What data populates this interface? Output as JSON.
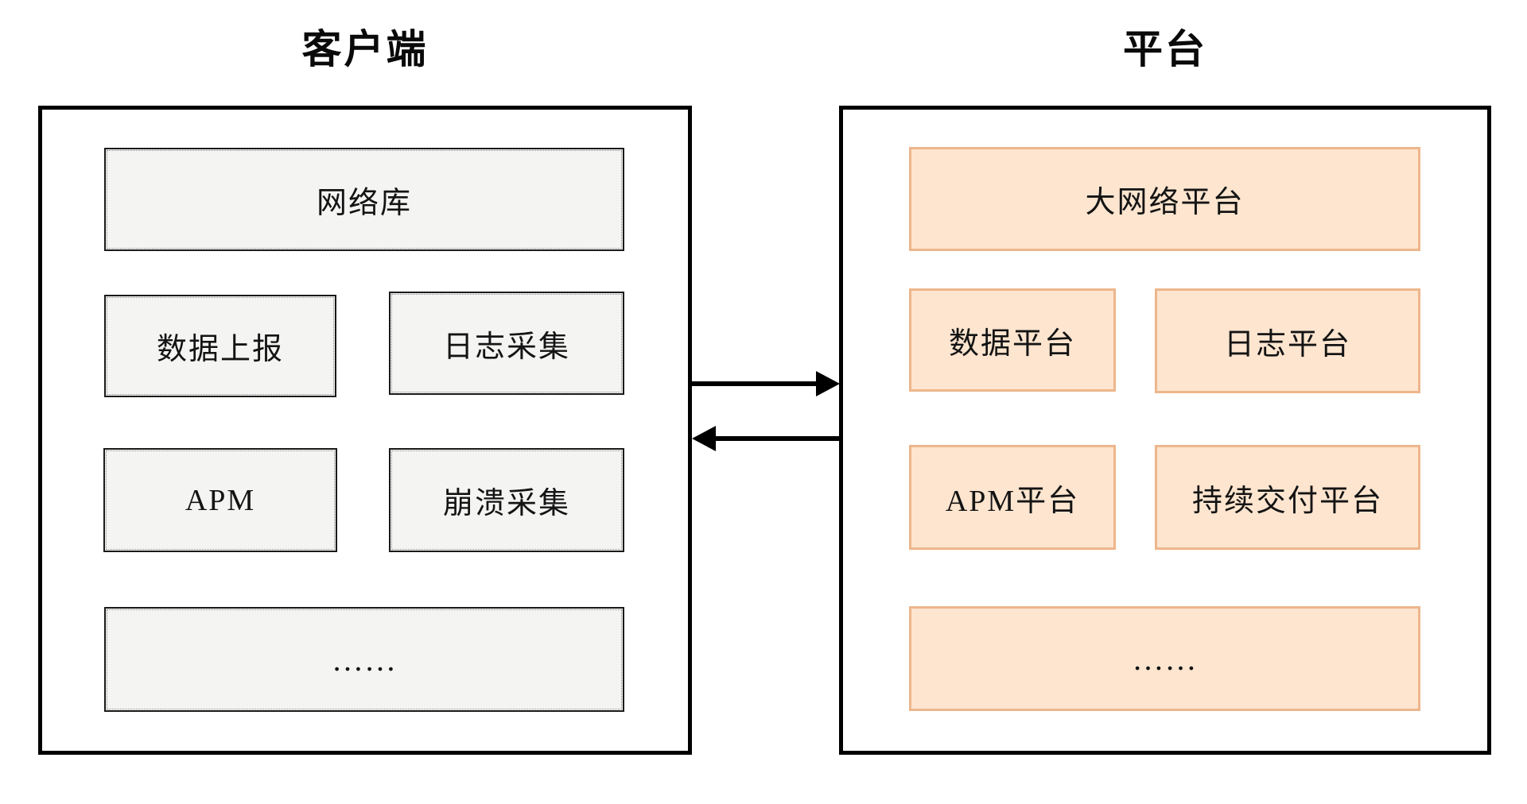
{
  "page": {
    "background": "#ffffff"
  },
  "left": {
    "title": "客户端",
    "boxes": [
      {
        "id": "network-lib",
        "label": "网络库"
      },
      {
        "id": "data-report",
        "label": "数据上报"
      },
      {
        "id": "log-collect",
        "label": "日志采集"
      },
      {
        "id": "apm",
        "label": "APM"
      },
      {
        "id": "crash-collect",
        "label": "崩溃采集"
      },
      {
        "id": "more",
        "label": "……"
      }
    ],
    "colors": {
      "box_fill": "#f4f4f3",
      "box_border": "#1a1a1a",
      "panel_border": "#000000"
    }
  },
  "right": {
    "title": "平台",
    "boxes": [
      {
        "id": "big-network-platform",
        "label": "大网络平台"
      },
      {
        "id": "data-platform",
        "label": "数据平台"
      },
      {
        "id": "log-platform",
        "label": "日志平台"
      },
      {
        "id": "apm-platform",
        "label": "APM平台"
      },
      {
        "id": "cd-platform",
        "label": "持续交付平台"
      },
      {
        "id": "more",
        "label": "……"
      }
    ],
    "colors": {
      "box_fill": "#fde5cf",
      "box_border": "#edb68c",
      "panel_border": "#000000"
    }
  },
  "arrows": {
    "color": "#000000",
    "top": {
      "direction": "left-to-right",
      "from": "客户端",
      "to": "平台"
    },
    "bottom": {
      "direction": "right-to-left",
      "from": "平台",
      "to": "客户端"
    }
  }
}
